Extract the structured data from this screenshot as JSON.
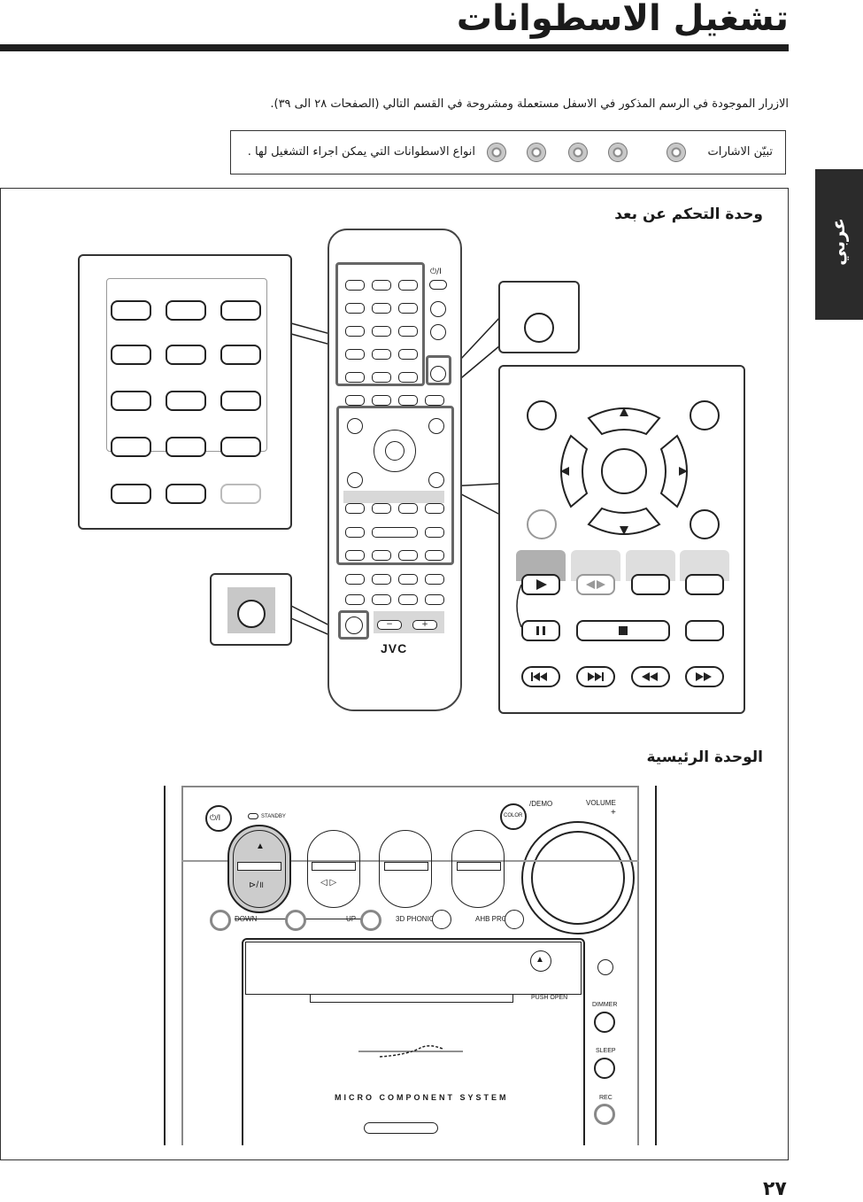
{
  "page": {
    "title": "تشغيل الاسطوانات",
    "intro": "الازرار الموجودة في الرسم المذكور في الاسفل مستعملة ومشروحة في القسم التالي (الصفحات ٢٨ الى ٣٩).",
    "disc_label": "تبيّن الاشارات",
    "disc_text": "انواع الاسطوانات التي يمكن اجراء التشغيل لها .",
    "language_tab": "عربي",
    "page_number": "٢٧"
  },
  "sections": {
    "remote_heading": "وحدة التحكم عن بعد",
    "main_unit_heading": "الوحدة الرئيسية"
  },
  "remote": {
    "brand": "JVC",
    "standby_symbol": "⏻/I",
    "vol_minus": "−",
    "vol_plus": "+"
  },
  "unit": {
    "standby_symbol": "⏻/I",
    "standby_label": "STANDBY",
    "demo_label": "/DEMO",
    "color_label": "COLOR",
    "volume_label": "VOLUME",
    "vol_plus": "+",
    "vol_minus": "−",
    "eject_symbol": "▲",
    "play_pause_symbol": "⊳/॥",
    "swap_symbol": "◁ ▷",
    "down_label": "DOWN",
    "up_label": "UP",
    "phonic_label": "3D PHONIC",
    "ahb_label": "AHB PRO",
    "push_open_label": "PUSH OPEN",
    "dimmer_label": "DIMMER",
    "sleep_label": "SLEEP",
    "rec_label": "REC",
    "system_label": "MICRO COMPONENT SYSTEM"
  },
  "icons": [
    "disc-icon",
    "play-icon",
    "pause-icon",
    "stop-icon",
    "prev-track-icon",
    "next-track-icon",
    "rewind-icon",
    "fast-forward-icon",
    "arrow-up-icon",
    "arrow-down-icon",
    "arrow-left-icon",
    "arrow-right-icon",
    "eject-icon"
  ],
  "colors": {
    "rule": "#1f1f1f",
    "tab": "#2b2b2b",
    "highlight": "#666666",
    "shade": "#c8c8c8"
  }
}
